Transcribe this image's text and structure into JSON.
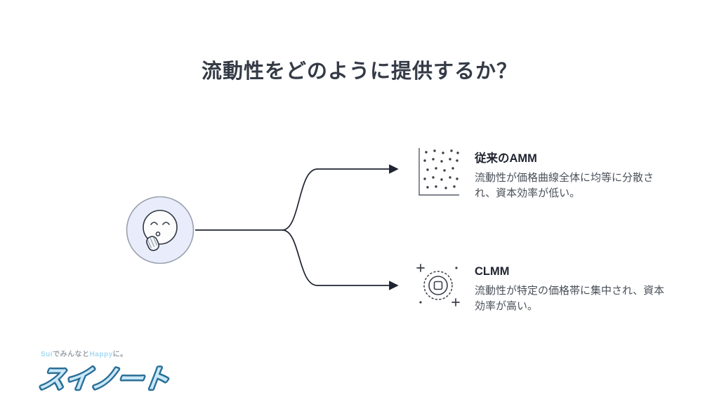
{
  "slide": {
    "title": "流動性をどのように提供するか？"
  },
  "diagram": {
    "root_icon": "thinking-face",
    "branches": [
      {
        "icon": "scatter-plot",
        "heading": "従来のAMM",
        "description": "流動性が価格曲線全体に均等に分散され、資本効率が低い。"
      },
      {
        "icon": "concentric-circles",
        "heading": "CLMM",
        "description": "流動性が特定の価格帯に集中され、資本効率が高い。"
      }
    ]
  },
  "footer": {
    "tagline": {
      "sui": "Sui",
      "mid": "でみんなと",
      "happy": "Happy",
      "end": "に。"
    },
    "logo": "スイノート"
  },
  "colors": {
    "title": "#343b46",
    "heading": "#1f2430",
    "body_text": "#4a5059",
    "line": "#1f2430",
    "thinker_fill": "#e9edfb",
    "thinker_stroke": "#99a0ad",
    "logo_fill": "#c9e8f8",
    "logo_stroke": "#2a6f97",
    "tagline_blue": "#a4d9f2",
    "tagline_gray": "#9aa0a6"
  }
}
